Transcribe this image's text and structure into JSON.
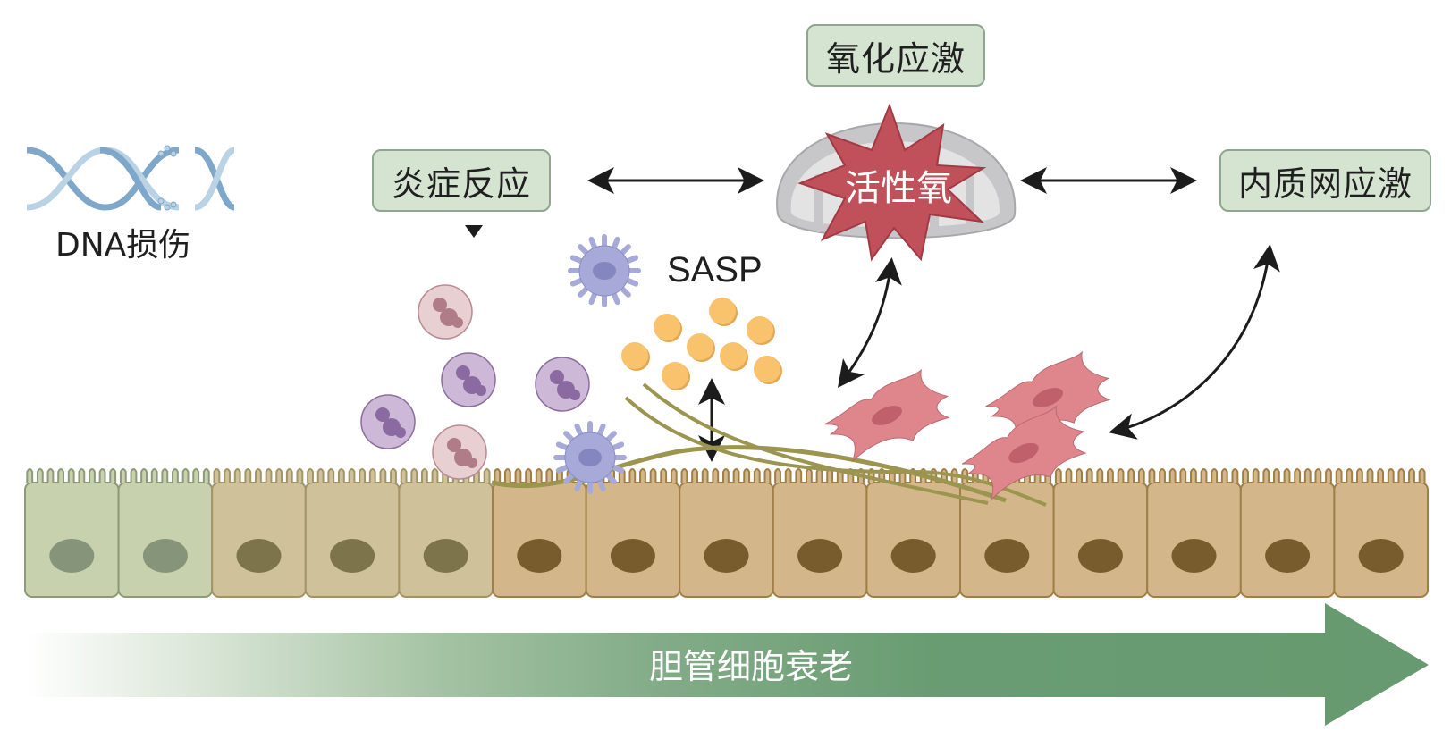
{
  "title": "胆管细胞衰老机制示意图",
  "labels": {
    "dna_damage": "DNA损伤",
    "oxidative_stress": "氧化应激",
    "inflammation": "炎症反应",
    "er_stress": "内质网应激",
    "ros": "活性氧",
    "sasp": "SASP",
    "cholangiocyte_senescence": "胆管细胞衰老"
  },
  "icons": {
    "dna": "dna-helix-icon",
    "mitochondrion": "mitochondrion-icon",
    "ros_burst": "starburst-icon",
    "neutrophil": "neutrophil-cell-icon",
    "macrophage": "macrophage-cell-icon",
    "sasp_factor": "sasp-particle-icon",
    "fibroblast": "fibroblast-cell-icon",
    "fibers": "collagen-fiber-icon"
  },
  "epithelium": {
    "cell_count": 15,
    "stages": [
      "healthy",
      "healthy",
      "early",
      "early",
      "early",
      "senescent",
      "senescent",
      "senescent",
      "senescent",
      "senescent",
      "senescent",
      "senescent",
      "senescent",
      "senescent",
      "senescent"
    ]
  },
  "colors": {
    "box_fill": "#d5e3d1",
    "box_border": "#8fa78f",
    "healthy_cell": "#c8d1ae",
    "early_cell": "#cfc29a",
    "senescent_cell": "#d3b78a",
    "ros_red": "#c0505a",
    "arrow_green": "#679a70",
    "sasp_orange": "#f8c36c",
    "fibroblast_pink": "#de868c"
  }
}
